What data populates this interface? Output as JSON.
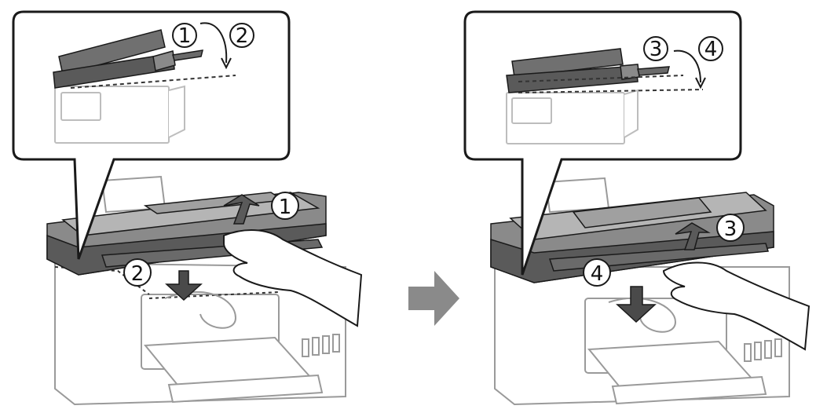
{
  "step_labels": {
    "left_zoom": [
      "1",
      "2"
    ],
    "left_main": [
      "1",
      "2"
    ],
    "right_zoom": [
      "3",
      "4"
    ],
    "right_main": [
      "3",
      "4"
    ]
  },
  "colors": {
    "line": "#1a1a1a",
    "scanner_dark": "#5a5a5a",
    "scanner_mid": "#8a8a8a",
    "scanner_light": "#b5b5b5",
    "printer_outline": "#9a9a9a",
    "arrow": "#888888",
    "hand_fill": "#ffffff"
  },
  "icons": [
    "arrow-up-icon",
    "arrow-down-icon",
    "arrow-right-icon",
    "curved-arrow-icon"
  ]
}
